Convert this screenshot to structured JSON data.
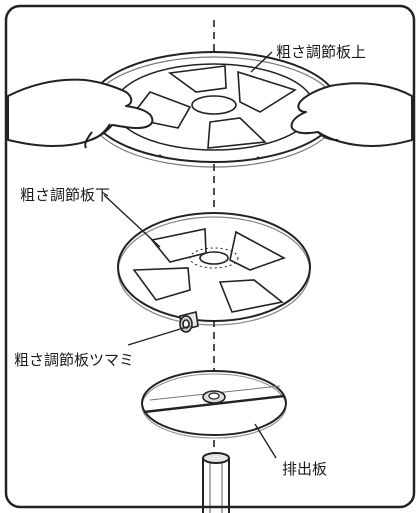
{
  "labels": {
    "upper_plate": "粗さ調節板上",
    "lower_plate": "粗さ調節板下",
    "knob": "粗さ調節板ツマミ",
    "discharge_plate": "排出板"
  }
}
